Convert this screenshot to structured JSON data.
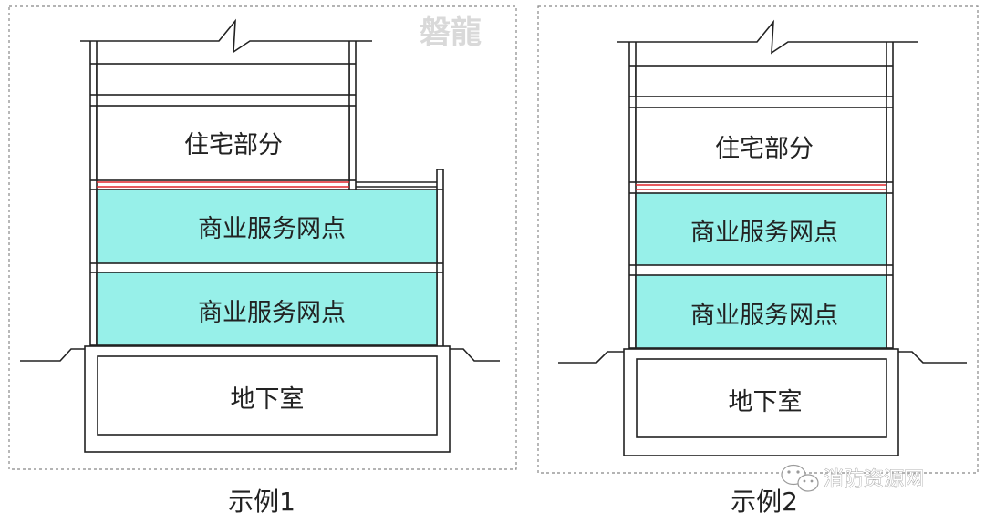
{
  "colors": {
    "commercial_fill": "#97f0e9",
    "separator": "#e0262c",
    "line": "#222222",
    "frame": "#888888"
  },
  "examples": [
    {
      "residential_label": "住宅部分",
      "commercial_upper_label": "商业服务网点",
      "commercial_lower_label": "商业服务网点",
      "basement_label": "地下室",
      "caption": "示例1"
    },
    {
      "residential_label": "住宅部分",
      "commercial_upper_label": "商业服务网点",
      "commercial_lower_label": "商业服务网点",
      "basement_label": "地下室",
      "caption": "示例2"
    }
  ],
  "watermark": "磐龍",
  "credit": {
    "icon": "wechat-icon",
    "text": "消防资源网"
  }
}
